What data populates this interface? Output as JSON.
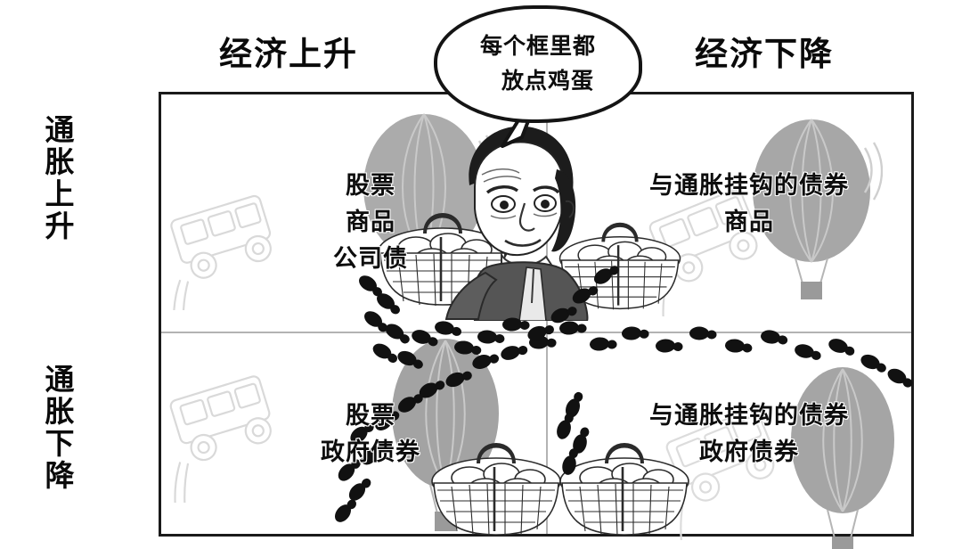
{
  "matrix": {
    "column_headers": [
      {
        "id": "economy-up",
        "label": "经济上升"
      },
      {
        "id": "economy-down",
        "label": "经济下降"
      }
    ],
    "row_headers": [
      {
        "id": "inflation-up",
        "label": "通胀上升"
      },
      {
        "id": "inflation-down",
        "label": "通胀下降"
      }
    ],
    "quadrants": [
      {
        "id": "growth-up-inflation-up",
        "position": "top-left",
        "assets": [
          "股票",
          "商品",
          "公司债"
        ]
      },
      {
        "id": "growth-down-inflation-up",
        "position": "top-right",
        "assets": [
          "与通胀挂钩的债券",
          "商品"
        ]
      },
      {
        "id": "growth-up-inflation-down",
        "position": "bottom-left",
        "assets": [
          "股票",
          "政府债券"
        ]
      },
      {
        "id": "growth-down-inflation-down",
        "position": "bottom-right",
        "assets": [
          "与通胀挂钩的债券",
          "政府债券"
        ]
      }
    ]
  },
  "speech_bubble": {
    "line1": "每个框里都",
    "line2": "放点鸡蛋"
  },
  "colors": {
    "frame": "#1a1a1a",
    "divider": "#b3b3b3",
    "text": "#0d0d0d",
    "balloon_gray": "#a9a9a9",
    "balloon_gray_light": "#c4c4c4",
    "truck_outline": "#d8d8d8",
    "footprint": "#111111",
    "background": "#ffffff"
  },
  "artwork": {
    "baskets": [
      {
        "id": "basket-man",
        "quadrant": "top-left"
      },
      {
        "id": "basket-top-right",
        "quadrant": "top-right"
      },
      {
        "id": "basket-bottom-left",
        "quadrant": "bottom-left"
      },
      {
        "id": "basket-bottom-right",
        "quadrant": "bottom-right"
      }
    ],
    "balloons": [
      {
        "id": "balloon-top-left",
        "quadrant": "top-left"
      },
      {
        "id": "balloon-top-right",
        "quadrant": "top-right"
      },
      {
        "id": "balloon-bottom-left",
        "quadrant": "bottom-left"
      },
      {
        "id": "balloon-bottom-right",
        "quadrant": "bottom-right"
      }
    ],
    "trucks": [
      {
        "id": "truck-top-left",
        "quadrant": "top-left"
      },
      {
        "id": "truck-top-right",
        "quadrant": "top-right"
      },
      {
        "id": "truck-bottom-left",
        "quadrant": "bottom-left"
      },
      {
        "id": "truck-bottom-right",
        "quadrant": "bottom-right"
      }
    ],
    "character": {
      "id": "man-carrying-basket",
      "quadrant": "top-left"
    },
    "footprint_trails": 2
  }
}
